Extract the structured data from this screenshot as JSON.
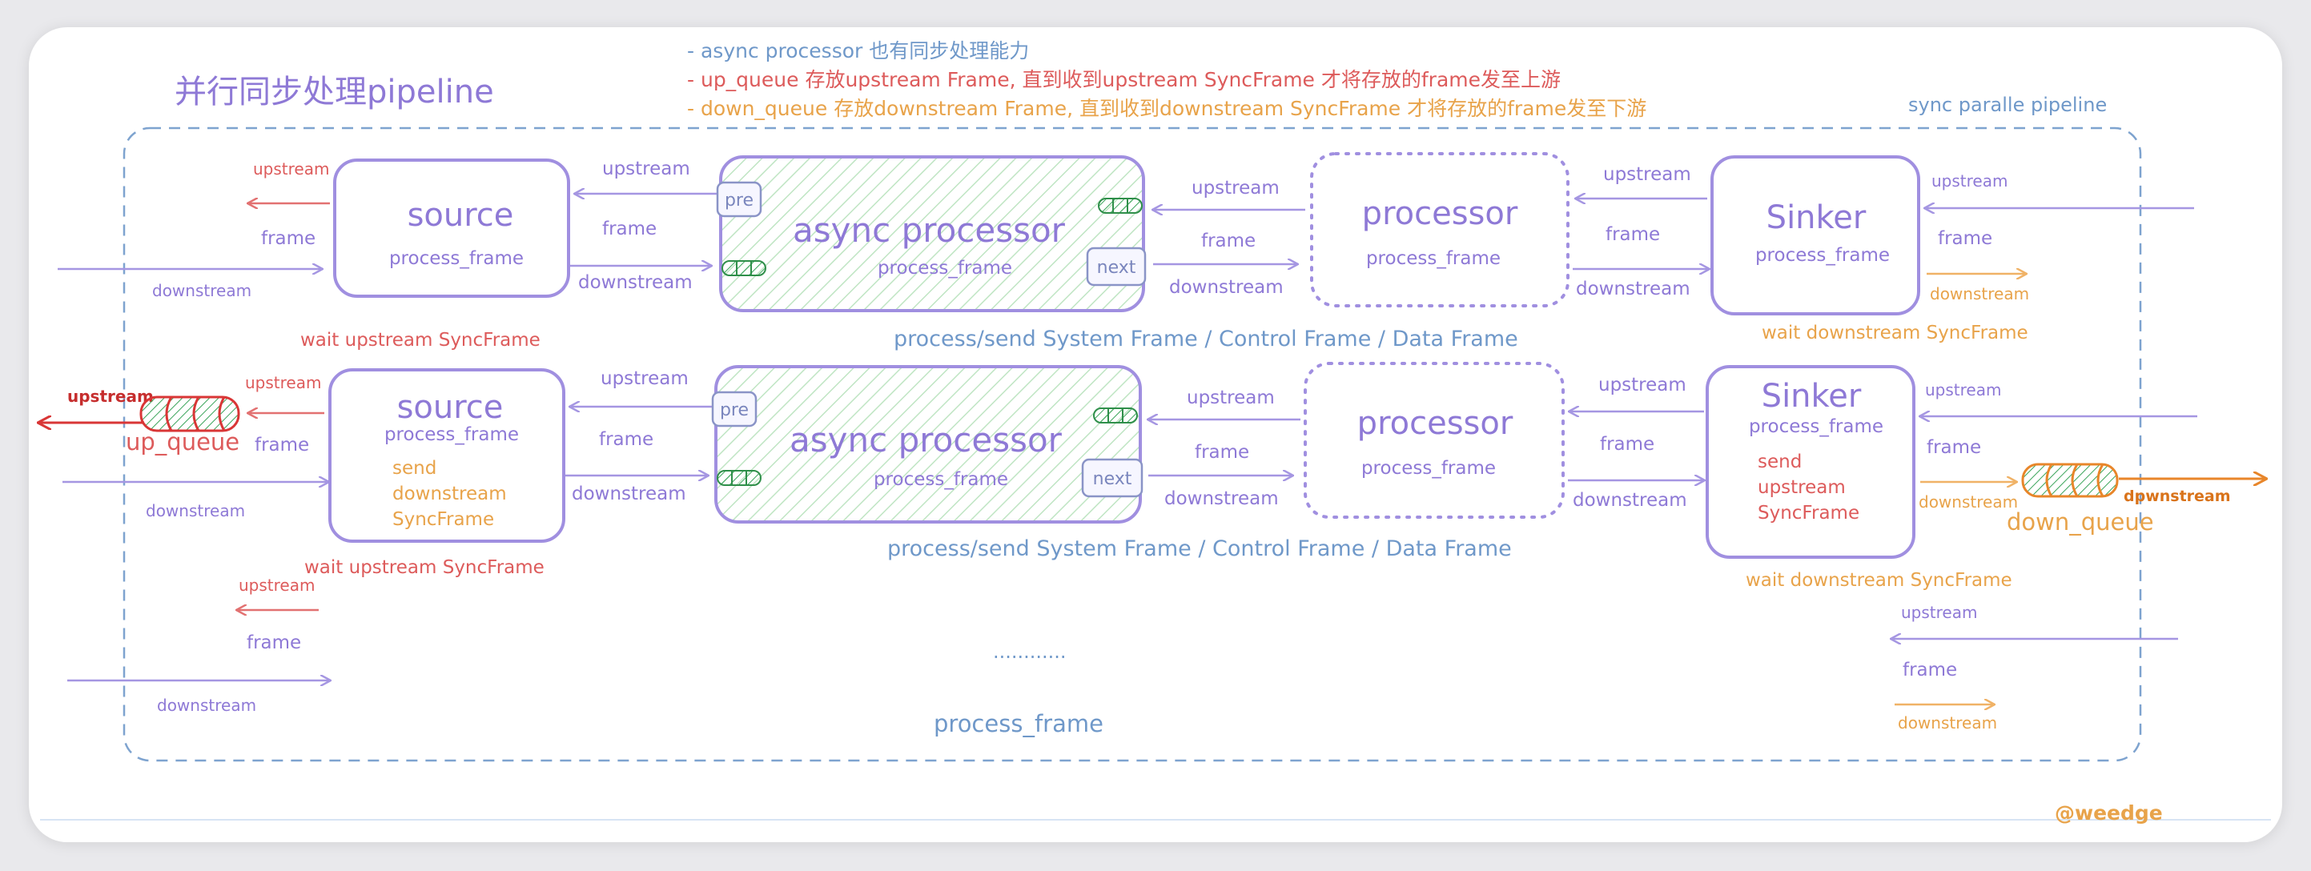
{
  "notes": {
    "line1": "- async processor 也有同步处理能力",
    "line2": "- up_queue 存放upstream Frame, 直到收到upstream SyncFrame 才将存放的frame发至上游",
    "line3": "- down_queue 存放downstream Frame, 直到收到downstream SyncFrame 才将存放的frame发至下游"
  },
  "title": "并行同步处理pipeline",
  "container_label": "sync paralle pipeline",
  "labels": {
    "upstream": "upstream",
    "frame": "frame",
    "downstream": "downstream",
    "process_frame": "process_frame",
    "source": "source",
    "async_processor": "async processor",
    "processor": "processor",
    "sinker": "Sinker",
    "pre": "pre",
    "next": "next",
    "wait_up": "wait upstream SyncFrame",
    "wait_down": "wait downstream SyncFrame",
    "process_send": "process/send  System Frame / Control Frame / Data Frame",
    "send_down": [
      "send",
      "downstream",
      "SyncFrame"
    ],
    "send_up": [
      "send",
      "upstream",
      "SyncFrame"
    ],
    "up_queue": "up_queue",
    "down_queue": "down_queue",
    "queue_upstream": "upstream",
    "queue_downstream": "dpwnstream",
    "ellipsis": "............"
  },
  "credit": "@weedge",
  "colors": {
    "purple": "#8e79d6",
    "blue": "#6f98c9",
    "red": "#dd5b5b",
    "orange": "#e8a34a",
    "green": "#3aa45a",
    "hatch_green": "#bfe5c3"
  }
}
